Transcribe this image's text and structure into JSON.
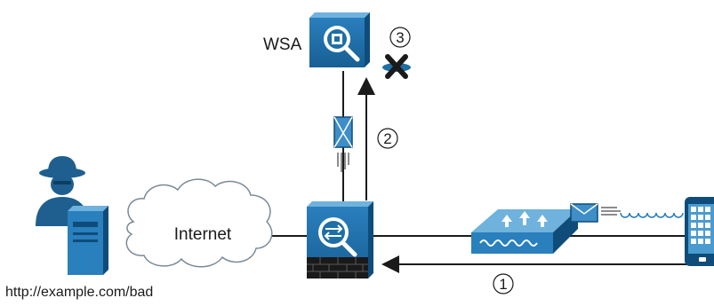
{
  "diagram": {
    "labels": {
      "wsa": "WSA",
      "internet": "Internet",
      "url": "http://example.com/bad"
    },
    "steps": {
      "one": "1",
      "two": "2",
      "three": "3"
    },
    "colors": {
      "device_blue": "#1f6fa6",
      "device_dark": "#0f4c7a",
      "device_light": "#4a9cd0",
      "line": "#1a1a1a",
      "cloud_stroke": "#7a8a96"
    },
    "icons": {
      "wsa": "wsa-appliance-icon",
      "firewall": "asa-firewall-icon",
      "ap": "wireless-access-point-icon",
      "phone": "smartphone-icon",
      "attacker": "hacker-icon",
      "server": "server-icon",
      "cloud": "cloud-icon",
      "envelope": "envelope-icon",
      "blocked": "blocked-x-icon"
    }
  }
}
